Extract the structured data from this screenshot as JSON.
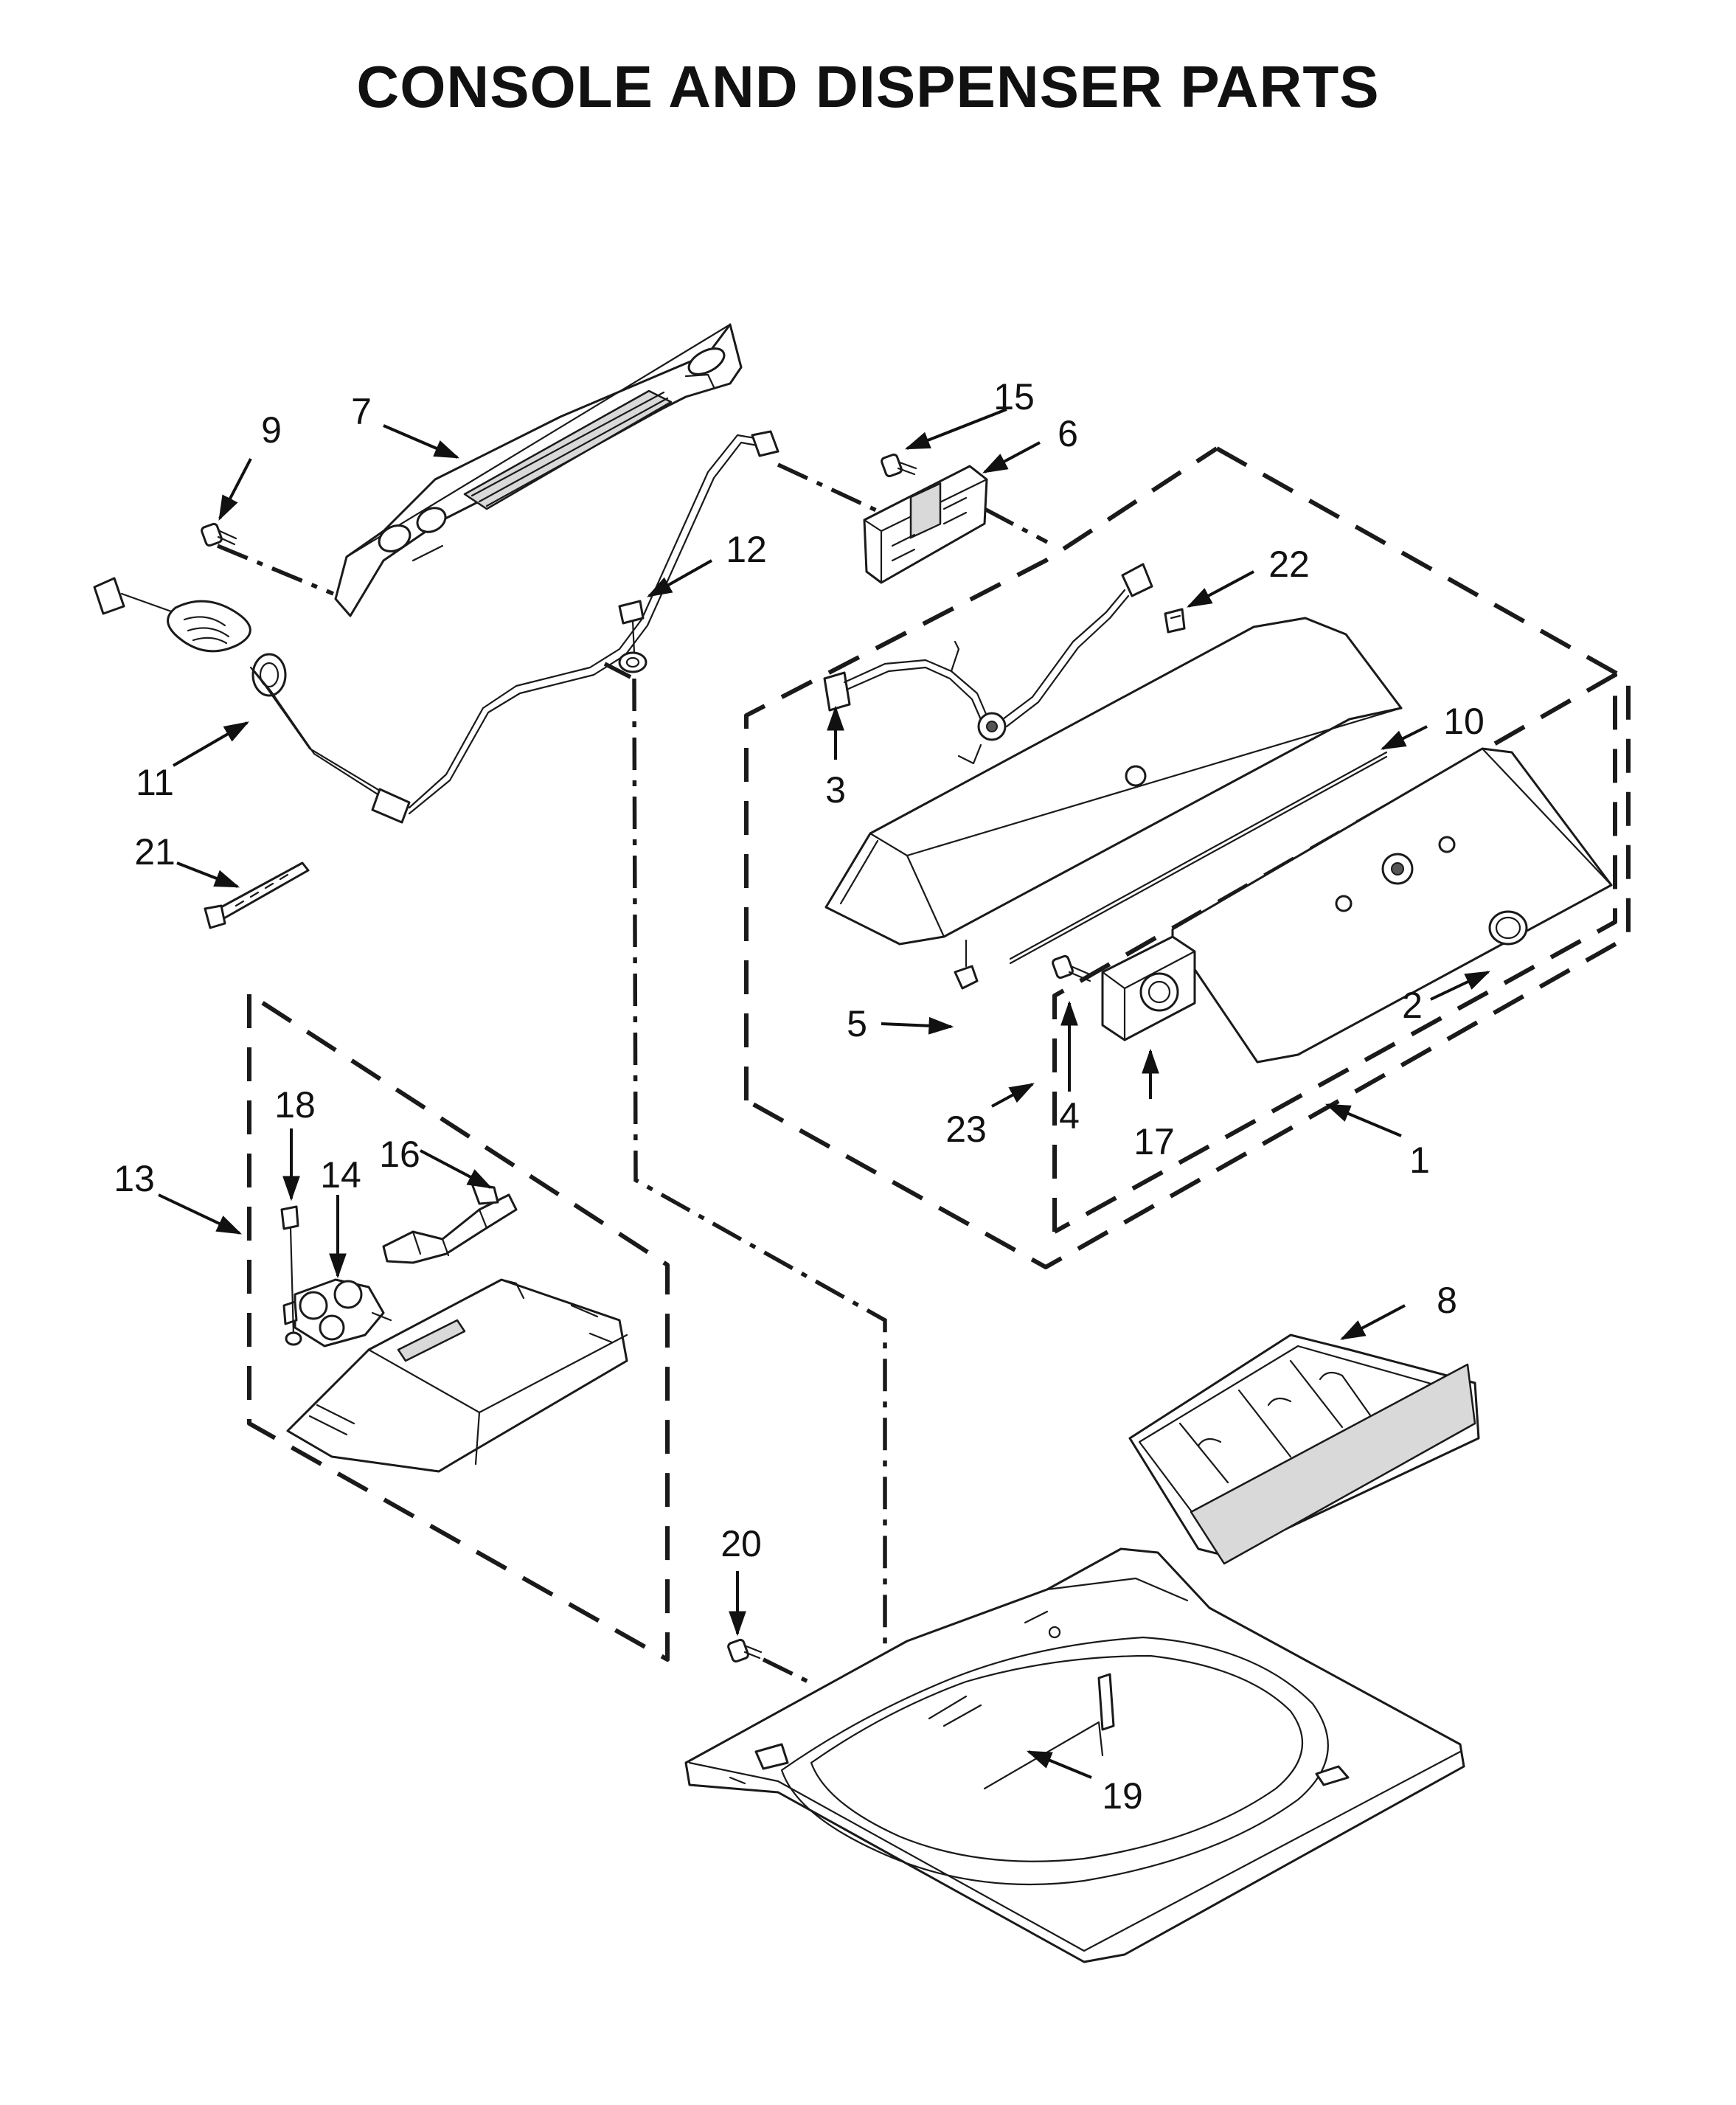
{
  "title": "CONSOLE AND DISPENSER PARTS",
  "callouts": {
    "c1": "1",
    "c2": "2",
    "c3": "3",
    "c4": "4",
    "c5": "5",
    "c6": "6",
    "c7": "7",
    "c8": "8",
    "c9": "9",
    "c10": "10",
    "c11": "11",
    "c12": "12",
    "c13": "13",
    "c14": "14",
    "c15": "15",
    "c16": "16",
    "c17": "17",
    "c18": "18",
    "c19": "19",
    "c20": "20",
    "c21": "21",
    "c22": "22",
    "c23": "23"
  }
}
